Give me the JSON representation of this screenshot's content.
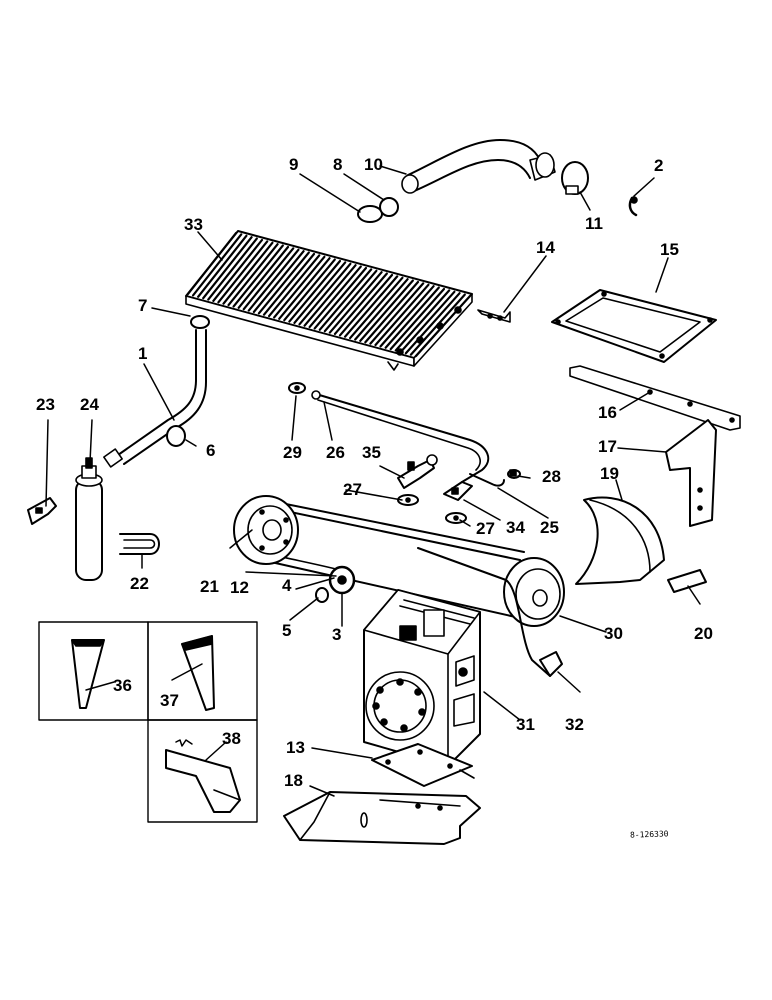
{
  "drawing_ref": "8-126330",
  "callouts": {
    "c1": "1",
    "c2": "2",
    "c3": "3",
    "c4": "4",
    "c5": "5",
    "c6": "6",
    "c7": "7",
    "c8": "8",
    "c9": "9",
    "c10": "10",
    "c11": "11",
    "c12": "12",
    "c13": "13",
    "c14": "14",
    "c15": "15",
    "c16": "16",
    "c17": "17",
    "c18": "18",
    "c19": "19",
    "c20": "20",
    "c21": "21",
    "c22": "22",
    "c23": "23",
    "c24": "24",
    "c25": "25",
    "c26": "26",
    "c27a": "27",
    "c27b": "27",
    "c28": "28",
    "c29": "29",
    "c30": "30",
    "c31": "31",
    "c32": "32",
    "c33": "33",
    "c34": "34",
    "c35": "35",
    "c36": "36",
    "c37": "37",
    "c38": "38"
  }
}
